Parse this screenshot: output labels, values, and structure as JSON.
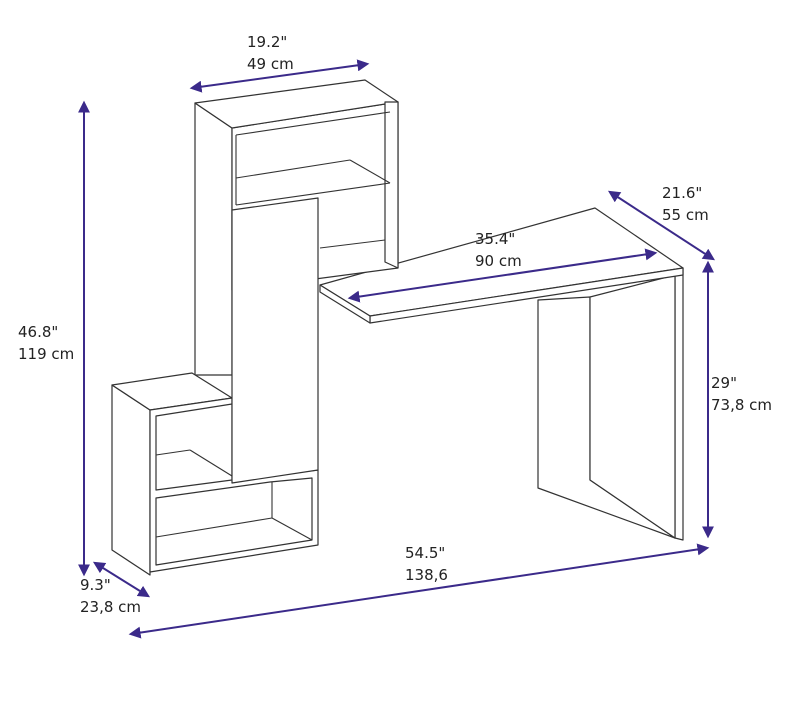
{
  "title": "Desk with shelves dimension diagram",
  "arrow_color": "#3b2a8a",
  "dimensions": {
    "top_width": {
      "inch": "19.2\"",
      "cm": "49 cm"
    },
    "desk_depth": {
      "inch": "21.6\"",
      "cm": "55 cm"
    },
    "desk_width": {
      "inch": "35.4\"",
      "cm": "90 cm"
    },
    "total_height": {
      "inch": "46.8\"",
      "cm": "119 cm"
    },
    "desk_height": {
      "inch": "29\"",
      "cm": "73,8 cm"
    },
    "total_width": {
      "inch": "54.5\"",
      "cm": "138,6"
    },
    "unit_depth": {
      "inch": "9.3\"",
      "cm": "23,8 cm"
    }
  }
}
